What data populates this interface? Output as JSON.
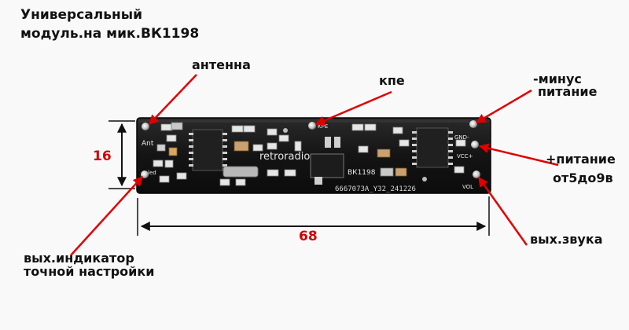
{
  "title": {
    "line1": "Универсальный",
    "line2": "модуль.на мик.ВК1198"
  },
  "labels": {
    "antenna": "антенна",
    "kpe": "кпе",
    "minus_power_1": "-минус",
    "minus_power_2": "питание",
    "plus_power_1": "+питание",
    "plus_power_2": "от5до9в",
    "audio_out": "вых.звука",
    "indicator_1": "вых.индикатор",
    "indicator_2": "точной настройки"
  },
  "dimensions": {
    "height": "16",
    "width": "68"
  },
  "board": {
    "brand": "retroradio",
    "chip": "ВК1198",
    "serial": "6667073A_Y32_241226",
    "pad_ant": "Ant",
    "pad_led": "led",
    "pad_kpe": "KPE",
    "pad_gnd": "GND-",
    "pad_vcc": "VCC+",
    "pad_vol": "VOL"
  },
  "colors": {
    "pcb": "#141414",
    "arrow": "#e00000",
    "text": "#111111"
  }
}
